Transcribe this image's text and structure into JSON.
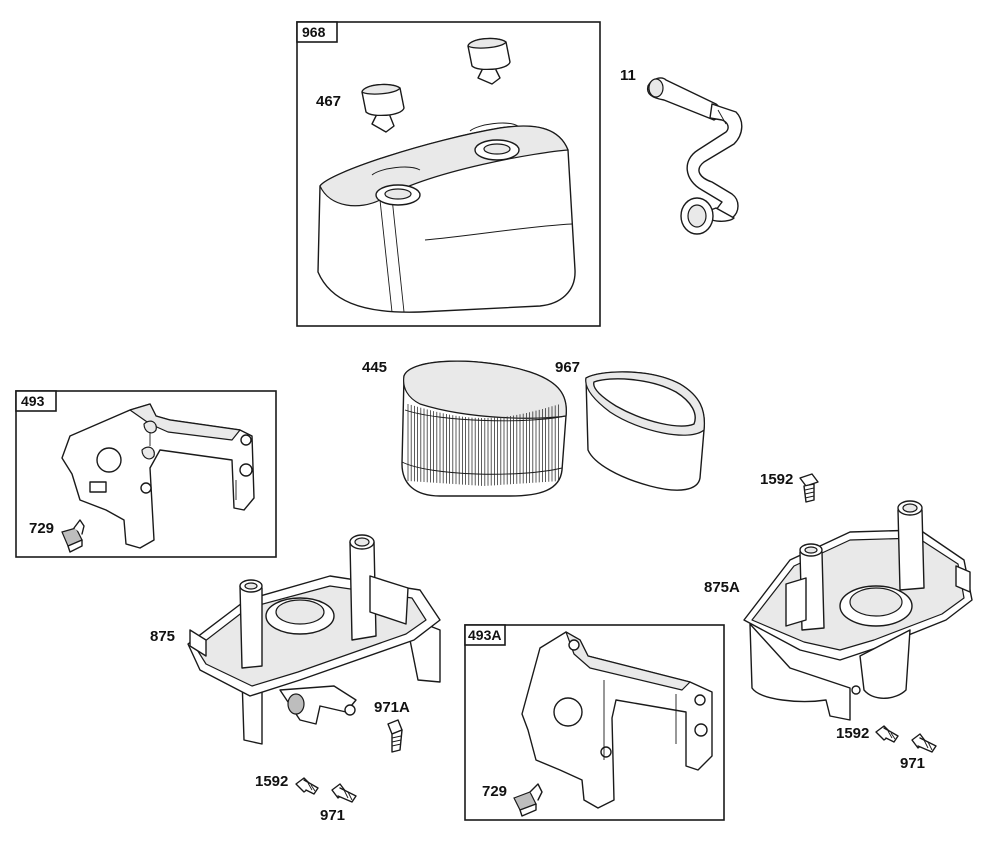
{
  "colors": {
    "line": "#1a1a1a",
    "shade": "#e9e9e9",
    "dark": "#bdbdbd",
    "background": "#ffffff"
  },
  "groups": [
    {
      "id": "968",
      "label": "968"
    },
    {
      "id": "493",
      "label": "493"
    },
    {
      "id": "493A",
      "label": "493A"
    }
  ],
  "callouts": {
    "p467": "467",
    "p11": "11",
    "p445": "445",
    "p967": "967",
    "p729_a": "729",
    "p1592_right_top": "1592",
    "p875A": "875A",
    "p875": "875",
    "p971A": "971A",
    "p1592_left": "1592",
    "p971_left": "971",
    "p729_b": "729",
    "p1592_right": "1592",
    "p971_right": "971"
  }
}
